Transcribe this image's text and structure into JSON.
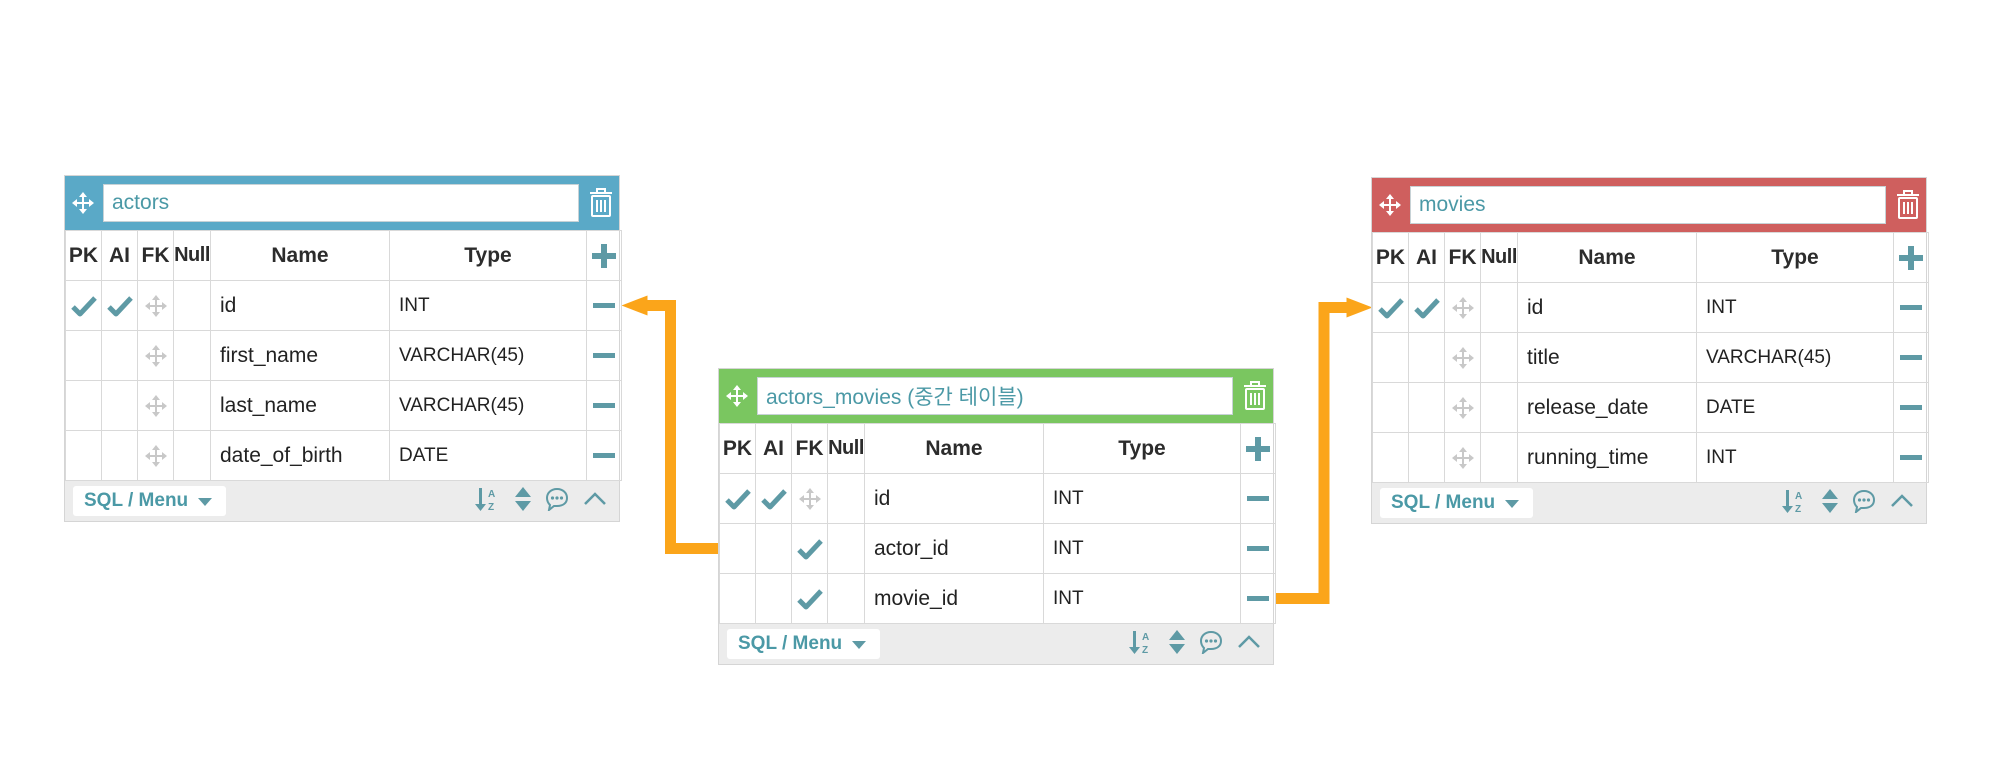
{
  "tables": [
    {
      "key": "actors",
      "title": "actors",
      "header_color": "#5aa9c7",
      "trash_color": "#ffffff",
      "columns_header": [
        "PK",
        "AI",
        "FK",
        "Null",
        "Name",
        "Type"
      ],
      "rows": [
        {
          "name": "id",
          "type": "INT",
          "pk": true,
          "ai": true,
          "fk": false
        },
        {
          "name": "first_name",
          "type": "VARCHAR(45)",
          "pk": false,
          "ai": false,
          "fk": false
        },
        {
          "name": "last_name",
          "type": "VARCHAR(45)",
          "pk": false,
          "ai": false,
          "fk": false
        },
        {
          "name": "date_of_birth",
          "type": "DATE",
          "pk": false,
          "ai": false,
          "fk": false
        }
      ],
      "footer_menu": "SQL / Menu"
    },
    {
      "key": "actors_movies",
      "title": "actors_movies (중간 테이블)",
      "header_color": "#7ac660",
      "trash_color": "#ffffff",
      "columns_header": [
        "PK",
        "AI",
        "FK",
        "Null",
        "Name",
        "Type"
      ],
      "rows": [
        {
          "name": "id",
          "type": "INT",
          "pk": true,
          "ai": true,
          "fk": false
        },
        {
          "name": "actor_id",
          "type": "INT",
          "pk": false,
          "ai": false,
          "fk": true
        },
        {
          "name": "movie_id",
          "type": "INT",
          "pk": false,
          "ai": false,
          "fk": true
        }
      ],
      "footer_menu": "SQL / Menu"
    },
    {
      "key": "movies",
      "title": "movies",
      "header_color": "#cf5f5e",
      "trash_color": "#ffffff",
      "columns_header": [
        "PK",
        "AI",
        "FK",
        "Null",
        "Name",
        "Type"
      ],
      "rows": [
        {
          "name": "id",
          "type": "INT",
          "pk": true,
          "ai": true,
          "fk": false
        },
        {
          "name": "title",
          "type": "VARCHAR(45)",
          "pk": false,
          "ai": false,
          "fk": false
        },
        {
          "name": "release_date",
          "type": "DATE",
          "pk": false,
          "ai": false,
          "fk": false
        },
        {
          "name": "running_time",
          "type": "INT",
          "pk": false,
          "ai": false,
          "fk": false
        }
      ],
      "footer_menu": "SQL / Menu"
    }
  ],
  "relations": [
    {
      "from_table": "actors_movies",
      "from_column": "actor_id",
      "to_table": "actors",
      "to_column": "id"
    },
    {
      "from_table": "actors_movies",
      "from_column": "movie_id",
      "to_table": "movies",
      "to_column": "id"
    }
  ],
  "colors": {
    "accent": "#5e9aa5",
    "relation_line": "#fba51a",
    "footer_bg": "#ececec",
    "check_color": "#5e9aa5",
    "fk_empty_color": "#c8c8c8"
  },
  "icons": {
    "move": "move-arrows-icon",
    "trash": "trash-icon",
    "add": "plus-icon",
    "remove": "minus-icon",
    "check": "check-icon",
    "fk_empty": "move-arrows-icon",
    "dropdown": "caret-down-icon",
    "sort": "sort-az-icon",
    "reorder": "up-down-caret-icon",
    "comment": "comment-icon",
    "collapse": "chevron-up-icon"
  }
}
